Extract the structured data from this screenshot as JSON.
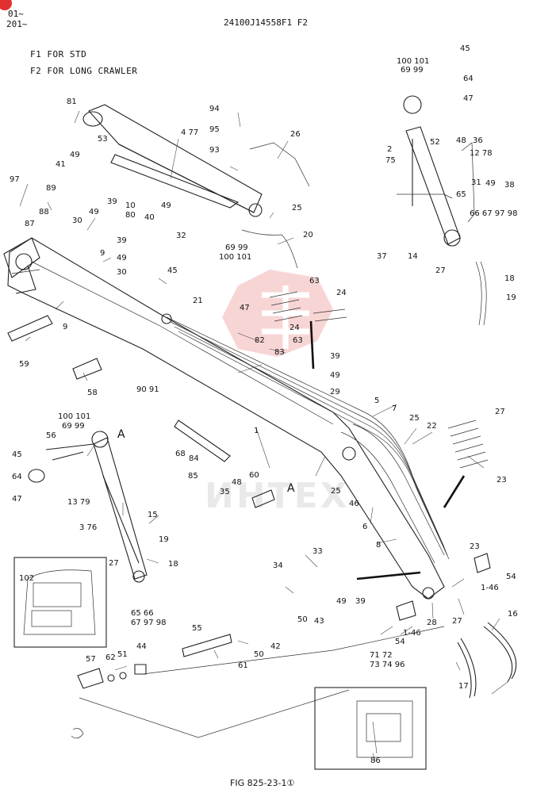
{
  "header": {
    "serial_a": "01~",
    "serial_b": "201~",
    "part_code": "24100J14558F1 F2"
  },
  "notes": {
    "f1": "F1  FOR STD",
    "f2": "F2  FOR LONG CRAWLER"
  },
  "watermark": "ИНТЕХ",
  "section_marker": "A",
  "figure_caption": "FIG 825-23-1①",
  "callouts": [
    "45",
    "100 101",
    "69 99",
    "64",
    "47",
    "2",
    "75",
    "52",
    "48",
    "36",
    "12 78",
    "31",
    "49",
    "38",
    "66 67 97 98",
    "65",
    "37",
    "14",
    "27",
    "18",
    "19",
    "81",
    "4 77",
    "94",
    "95",
    "93",
    "26",
    "53",
    "49",
    "41",
    "10",
    "80",
    "40",
    "49",
    "32",
    "25",
    "69 99",
    "100 101",
    "20",
    "97",
    "89",
    "88",
    "87",
    "30",
    "49",
    "39",
    "39",
    "49",
    "30",
    "45",
    "9",
    "9",
    "59",
    "58",
    "90 91",
    "21",
    "47",
    "63",
    "24",
    "82",
    "83",
    "63",
    "24",
    "39",
    "49",
    "29",
    "5",
    "7",
    "25",
    "22",
    "27",
    "23",
    "1",
    "68",
    "84",
    "85",
    "60",
    "48",
    "35",
    "25",
    "46",
    "6",
    "8",
    "23",
    "54",
    "1-46",
    "28",
    "27",
    "16",
    "17",
    "100 101",
    "69 99",
    "56",
    "45",
    "64",
    "47",
    "13 79",
    "3 76",
    "15",
    "19",
    "18",
    "27",
    "65 66",
    "67 97 98",
    "102",
    "34",
    "33",
    "50",
    "43",
    "49",
    "39",
    "55",
    "50",
    "42",
    "61",
    "71 72",
    "73 74 96",
    "54",
    "1-46",
    "57",
    "62",
    "51",
    "44",
    "86"
  ]
}
